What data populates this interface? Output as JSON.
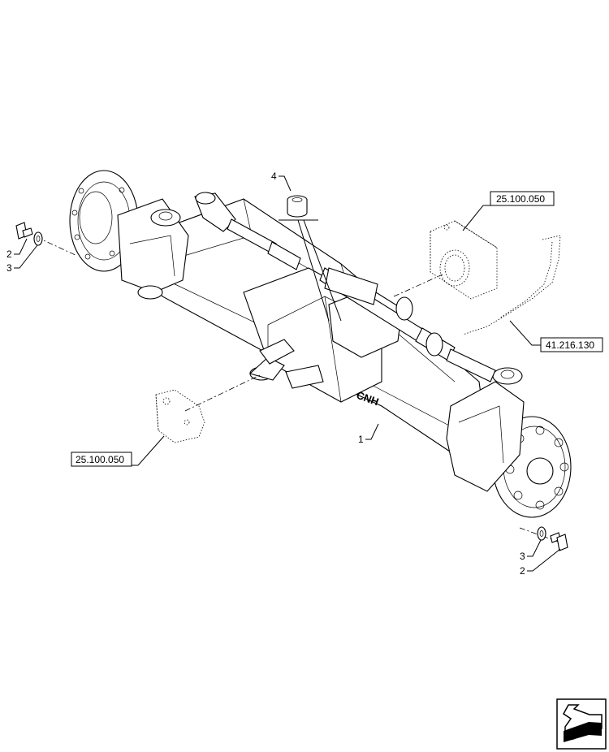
{
  "diagram": {
    "parts": [
      {
        "item": "1",
        "name": "axle-assembly"
      },
      {
        "item": "2",
        "name": "bolt"
      },
      {
        "item": "3",
        "name": "washer"
      },
      {
        "item": "4",
        "name": "bushing"
      }
    ],
    "callouts": {
      "item_4": "4",
      "item_1": "1",
      "left_2": "2",
      "left_3": "3",
      "right_3": "3",
      "right_2": "2"
    },
    "references": {
      "upper_bracket": "25.100.050",
      "lower_bracket": "25.100.050",
      "steering_cylinder": "41.216.130"
    },
    "axle_text": "CNH"
  },
  "navigation": {
    "icon": "arrow-navigation-icon"
  }
}
